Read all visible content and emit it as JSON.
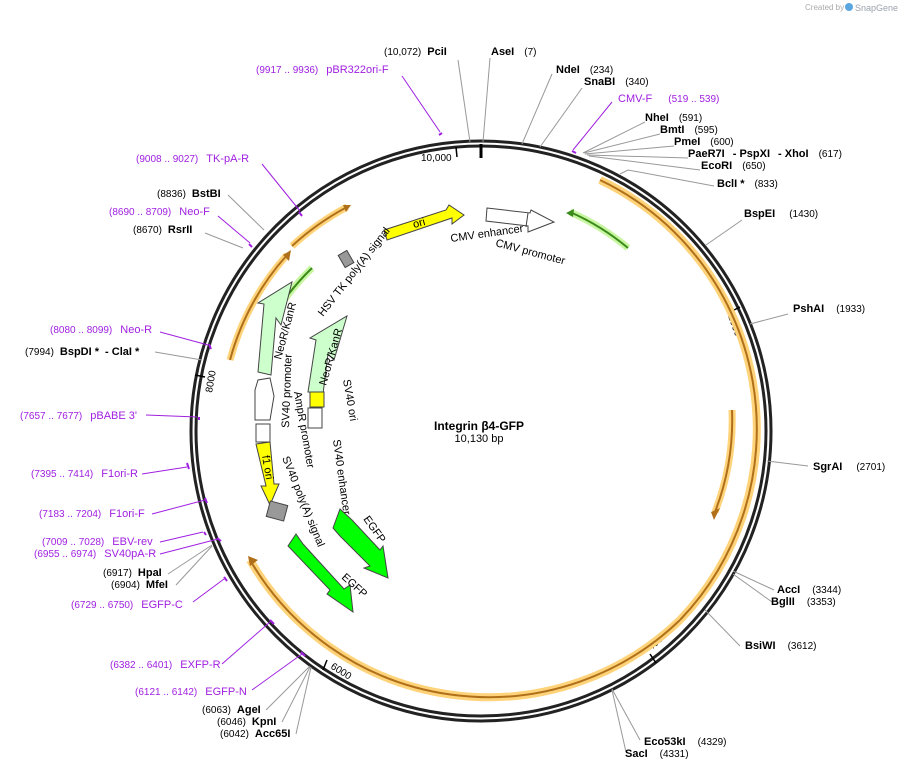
{
  "credit": {
    "prefix": "Created by",
    "brand": "SnapGene"
  },
  "plasmid": {
    "name": "Integrin β4-GFP",
    "length": "10,130 bp"
  },
  "ticks": [
    "10,000",
    "2000",
    "4000",
    "6000",
    "8000"
  ],
  "sites": [
    {
      "name": "PciI",
      "pos": "(10,072)"
    },
    {
      "name": "AseI",
      "pos": "(7)"
    },
    {
      "name": "NdeI",
      "pos": "(234)"
    },
    {
      "name": "SnaBI",
      "pos": "(340)"
    },
    {
      "name": "NheI",
      "pos": "(591)"
    },
    {
      "name": "BmtI",
      "pos": "(595)"
    },
    {
      "name": "PmeI",
      "pos": "(600)"
    },
    {
      "name": "PaeR7I",
      "name2": "PspXI",
      "name3": "XhoI",
      "pos": "(617)"
    },
    {
      "name": "EcoRI",
      "pos": "(650)"
    },
    {
      "name": "BclI *",
      "pos": "(833)"
    },
    {
      "name": "BspEI",
      "pos": "(1430)"
    },
    {
      "name": "PshAI",
      "pos": "(1933)"
    },
    {
      "name": "SgrAI",
      "pos": "(2701)"
    },
    {
      "name": "AccI",
      "pos": "(3344)"
    },
    {
      "name": "BglII",
      "pos": "(3353)"
    },
    {
      "name": "BsiWI",
      "pos": "(3612)"
    },
    {
      "name": "Eco53kI",
      "pos": "(4329)"
    },
    {
      "name": "SacI",
      "pos": "(4331)"
    },
    {
      "name": "AgeI",
      "pos": "(6063)"
    },
    {
      "name": "KpnI",
      "pos": "(6046)"
    },
    {
      "name": "Acc65I",
      "pos": "(6042)"
    },
    {
      "name": "HpaI",
      "pos": "(6917)"
    },
    {
      "name": "MfeI",
      "pos": "(6904)"
    },
    {
      "name": "BspDI *",
      "name2": "ClaI *",
      "pos": "(7994)"
    },
    {
      "name": "RsrII",
      "pos": "(8670)"
    },
    {
      "name": "BstBI",
      "pos": "(8836)"
    }
  ],
  "primers": [
    {
      "name": "pBR322ori-F",
      "range": "(9917 .. 9936)"
    },
    {
      "name": "CMV-F",
      "range": "(519 .. 539)"
    },
    {
      "name": "TK-pA-R",
      "range": "(9008 .. 9027)"
    },
    {
      "name": "Neo-F",
      "range": "(8690 .. 8709)"
    },
    {
      "name": "Neo-R",
      "range": "(8080 .. 8099)"
    },
    {
      "name": "pBABE 3'",
      "range": "(7657 .. 7677)"
    },
    {
      "name": "F1ori-R",
      "range": "(7395 .. 7414)"
    },
    {
      "name": "F1ori-F",
      "range": "(7183 .. 7204)"
    },
    {
      "name": "EBV-rev",
      "range": "(7009 .. 7028)"
    },
    {
      "name": "SV40pA-R",
      "range": "(6955 .. 6974)"
    },
    {
      "name": "EGFP-C",
      "range": "(6729 .. 6750)"
    },
    {
      "name": "EXFP-R",
      "range": "(6382 .. 6401)"
    },
    {
      "name": "EGFP-N",
      "range": "(6121 .. 6142)"
    }
  ],
  "features": {
    "ori": "ori",
    "cmv_enhancer": "CMV enhancer",
    "cmv_promoter": "CMV promoter",
    "hsv_tk": "HSV TK poly(A) signal",
    "neo1": "NeoR/KanR",
    "neo2": "NeoR/KanR",
    "sv40_promoter": "SV40 promoter",
    "ampr_promoter": "AmpR promoter",
    "sv40_ori": "SV40 ori",
    "sv40_enhancer": "SV40 enhancer",
    "f1_ori": "f1 ori",
    "sv40_polya": "SV40 poly(A) signal",
    "egfp1": "EGFP",
    "egfp2": "EGFP"
  },
  "colors": {
    "primer": "#a020e0",
    "yellow": "#ffff00",
    "green": "#00ff00",
    "light_green": "#ccffcc",
    "gray": "#999999",
    "orange_glow": "#ffd37a",
    "orange_arrow": "#b0701a",
    "green_glow": "#c8f5a0",
    "green_arrow": "#3a8a1a"
  }
}
